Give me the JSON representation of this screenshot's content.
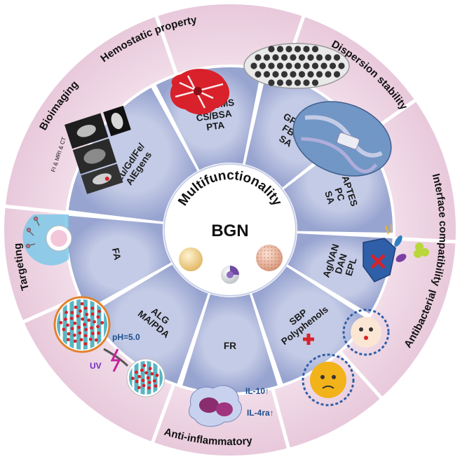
{
  "colors": {
    "outer_ring": "#f1dbe8",
    "divider": "#ffffff",
    "inner_ring": "#a9b4d8",
    "inner_ring_dark": "#8f9bc9",
    "core": "#ffffff",
    "accent_red": "#d8212a",
    "accent_blue": "#1f4e8c"
  },
  "center": {
    "title": "Multifunctionality",
    "subtitle": "BGN"
  },
  "outer_sectors": [
    {
      "label": "Hemostatic property",
      "icon": "blood-clot-icon"
    },
    {
      "label": "Dispersion stability",
      "icon": "dispersed-particles-icon"
    },
    {
      "label": "Interface compatibility",
      "icon": "composite-interface-icon"
    },
    {
      "label": "Antibacterial",
      "icon": "shield-bacteria-icon"
    },
    {
      "label": "",
      "icon": "ros-scavenging-icon"
    },
    {
      "label": "Anti-inflammatory",
      "icon": "macrophage-icon"
    },
    {
      "label": "",
      "icon": "ph-uv-release-icon"
    },
    {
      "label": "Targeting",
      "icon": "cell-targeting-icon"
    },
    {
      "label": "Bioimaging",
      "icon": "imaging-panels-icon"
    }
  ],
  "inner_sectors": [
    {
      "lines": [
        "Ca²⁺/CMS",
        "CS/BSA",
        "PTA"
      ]
    },
    {
      "lines": [
        "GP/PC",
        "FBS",
        "SA"
      ]
    },
    {
      "lines": [
        "APTES",
        "PC",
        "SA"
      ]
    },
    {
      "lines": [
        "Ag/VAN",
        "DAN",
        "EPL"
      ]
    },
    {
      "lines": [
        "SBP",
        "Polyphenols"
      ]
    },
    {
      "lines": [
        "FR"
      ]
    },
    {
      "lines": [
        "ALG",
        "MA/PDA"
      ]
    },
    {
      "lines": [
        "FA"
      ]
    },
    {
      "lines": [
        "Eu/Gd/Fe/",
        "AIEgens"
      ]
    }
  ],
  "annotations": {
    "ph": "pH=5.0",
    "uv": "UV",
    "il10": "IL-10↑",
    "il4ra": "IL-4ra↑",
    "imaging_tags": "FI & MRI & CT"
  }
}
